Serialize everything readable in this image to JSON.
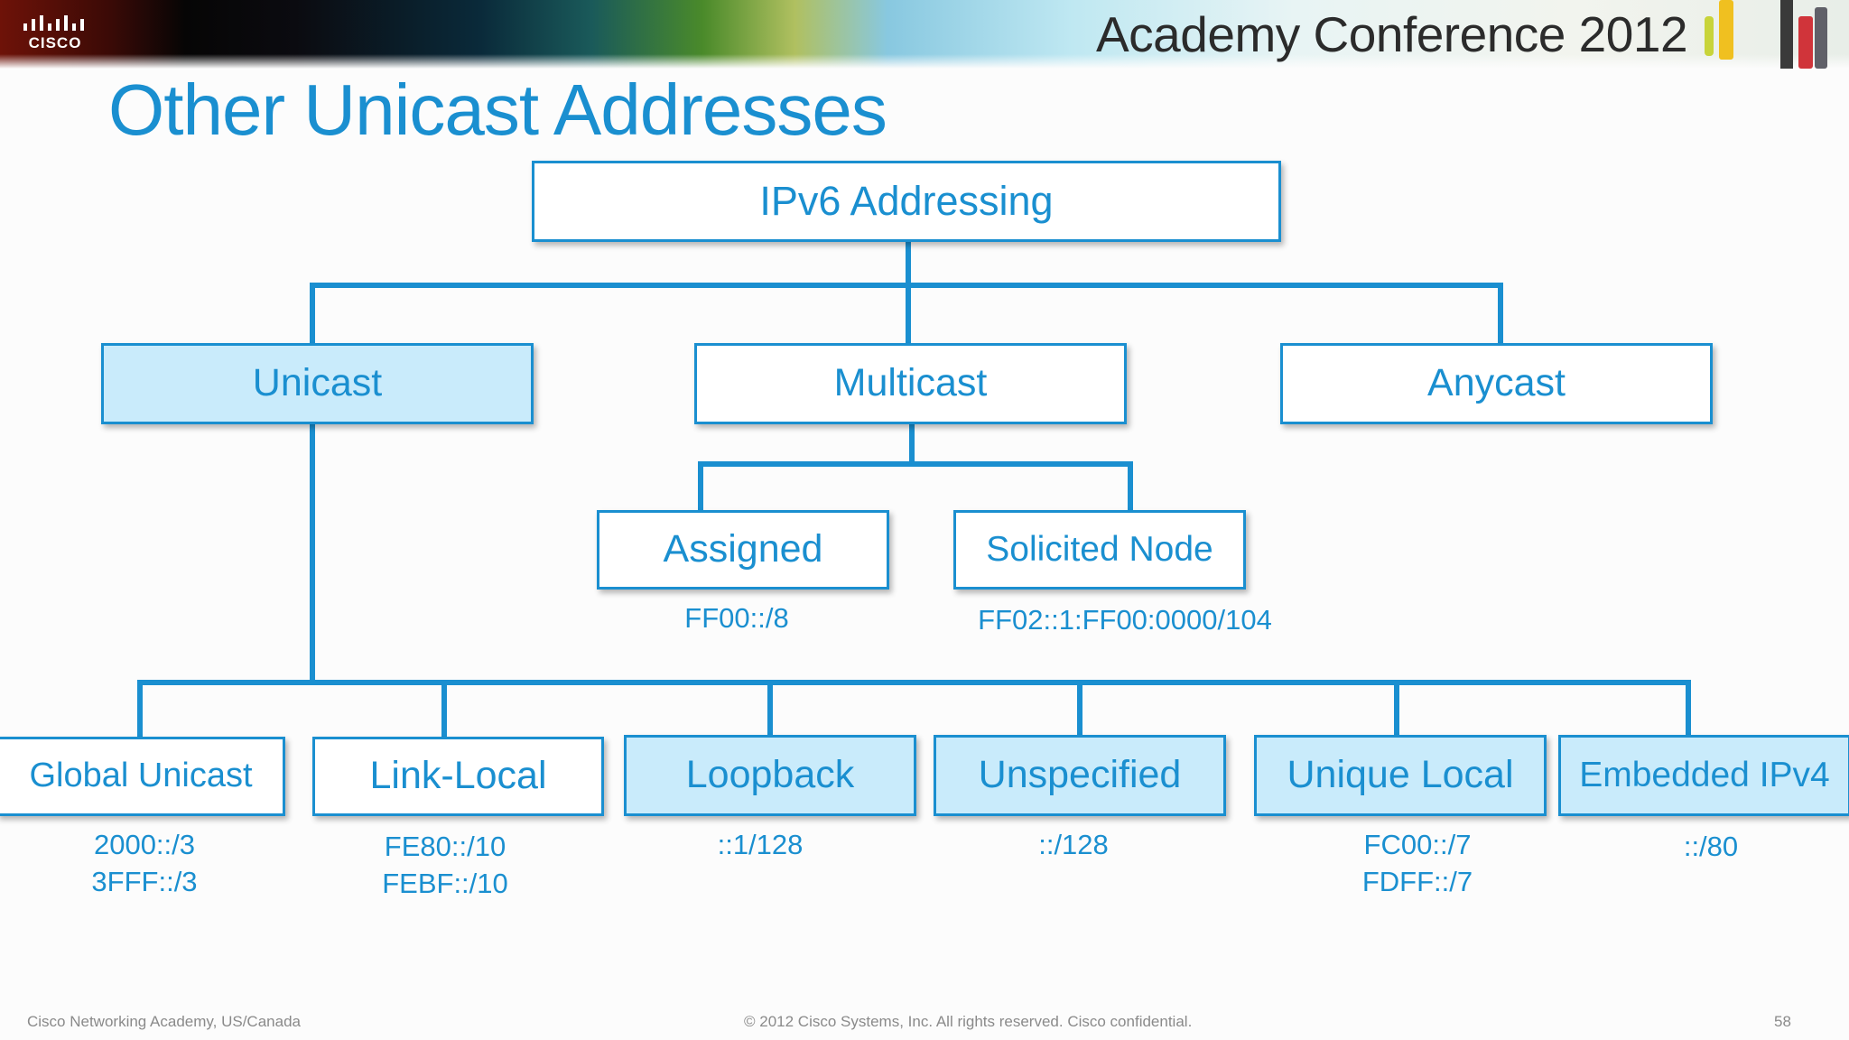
{
  "header": {
    "logo_text": "CISCO",
    "conference_title": "Academy Conference 2012"
  },
  "title": "Other Unicast Addresses",
  "colors": {
    "accent": "#1a8fd0",
    "box_fill_highlight": "#c9ebfb",
    "box_fill_plain": "#ffffff"
  },
  "diagram": {
    "root": "IPv6 Addressing",
    "types": {
      "unicast": "Unicast",
      "multicast": "Multicast",
      "anycast": "Anycast"
    },
    "multicast_children": {
      "assigned": {
        "label": "Assigned",
        "prefix": "FF00::/8"
      },
      "solicited": {
        "label": "Solicited Node",
        "prefix": "FF02::1:FF00:0000/104"
      }
    },
    "unicast_children": {
      "global": {
        "label": "Global Unicast",
        "prefix1": "2000::/3",
        "prefix2": "3FFF::/3"
      },
      "link_local": {
        "label": "Link-Local",
        "prefix1": "FE80::/10",
        "prefix2": "FEBF::/10"
      },
      "loopback": {
        "label": "Loopback",
        "prefix1": "::1/128"
      },
      "unspecified": {
        "label": "Unspecified",
        "prefix1": "::/128"
      },
      "unique_local": {
        "label": "Unique Local",
        "prefix1": "FC00::/7",
        "prefix2": "FDFF::/7"
      },
      "embedded": {
        "label": "Embedded IPv4",
        "prefix1": "::/80"
      }
    }
  },
  "footer": {
    "left": "Cisco Networking Academy, US/Canada",
    "center": "© 2012 Cisco Systems, Inc. All rights reserved. Cisco confidential.",
    "page": "58"
  }
}
